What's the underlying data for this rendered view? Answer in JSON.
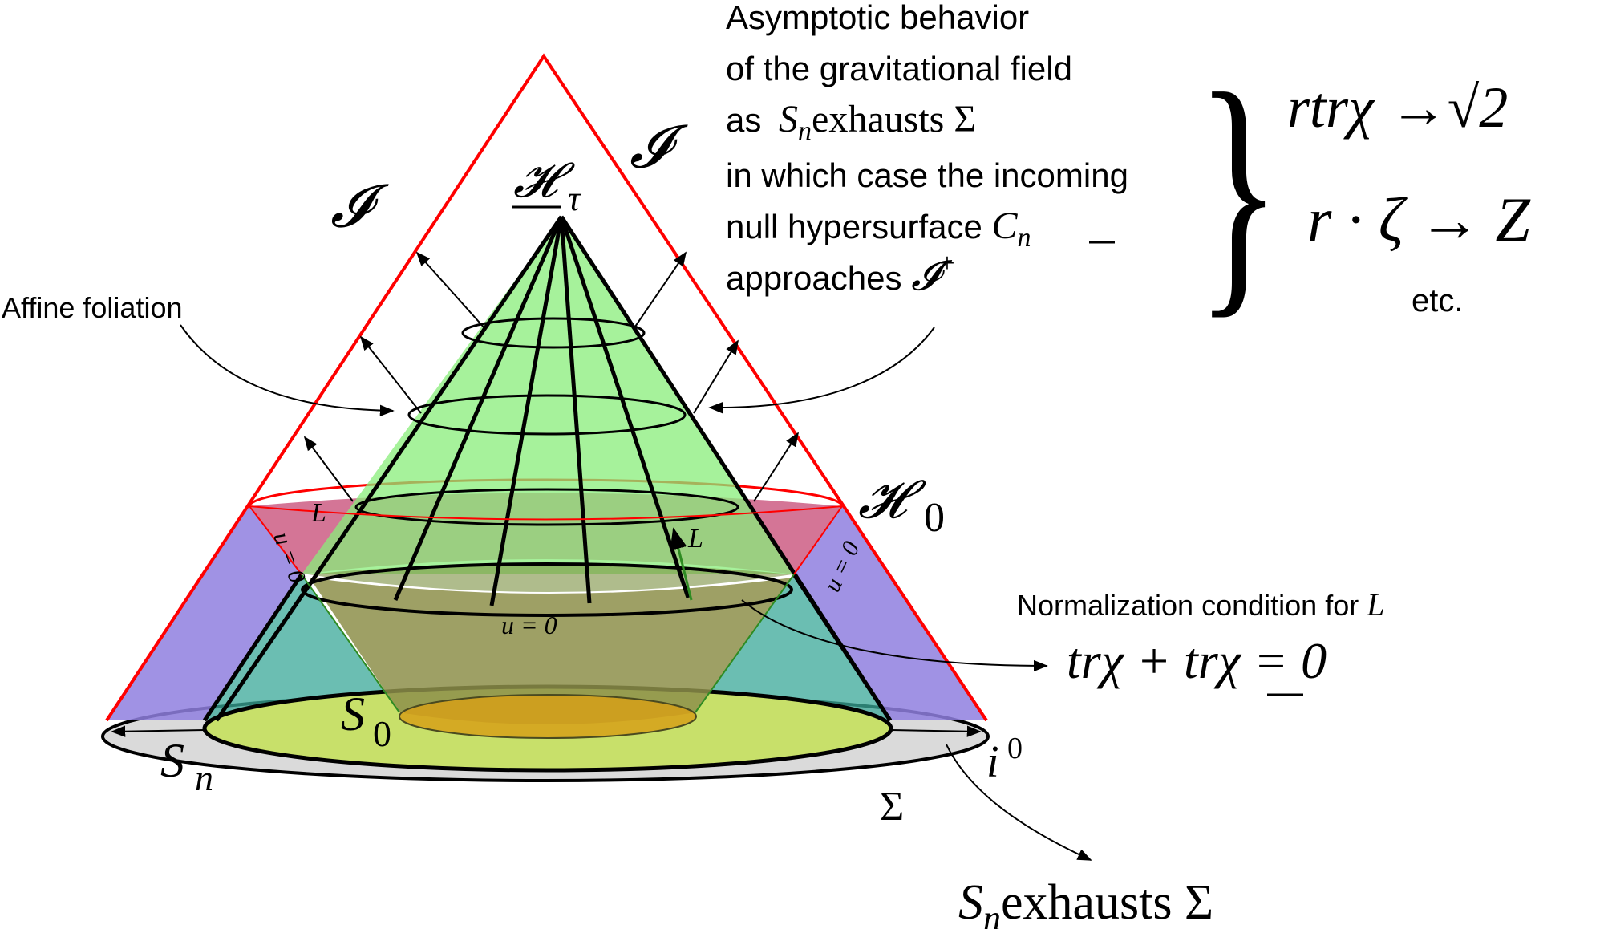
{
  "colors": {
    "scri": "#ff0000",
    "green_cone": "#88ee7a",
    "purple": "#8f7fdf",
    "crimson": "#c23a6a",
    "olive": "#8d8f4a",
    "teal": "#3aa898",
    "orange": "#d6a018",
    "yellow_disk": "#c8e06a",
    "grey_disk": "#dadada",
    "annotation_green": "#2e8b22"
  },
  "labels": {
    "scri_left": "𝓘",
    "scri_right": "𝓘",
    "h_tau_base": "𝓗",
    "h_tau_sub": "τ",
    "h0_base": "𝓗",
    "h0_sub": "0",
    "l_left": "L",
    "l_right": "L",
    "u0_left": "u = 0",
    "u0_right": "u = 0",
    "u0_center": "u = 0",
    "s0_base": "S",
    "s0_sub": "0",
    "sn_base": "S",
    "sn_sub": "n",
    "sigma": "Σ",
    "i0_base": "i",
    "i0_sup": "0",
    "affine_foliation": "Affine foliation"
  },
  "asymptotic": {
    "line1": "Asymptotic behavior",
    "line2": "of the gravitational field",
    "line3_prefix": "as ",
    "line3_math_base": "S",
    "line3_math_sub": "n",
    "line3_math_rest": "exhausts Σ",
    "line4": "in which case the incoming",
    "line5_prefix": "null hypersurface ",
    "line5_math_base": "C",
    "line5_math_sub": "n",
    "line6_prefix": "approaches ",
    "line6_math_base": "𝓘",
    "line6_math_sup": "+"
  },
  "limits": {
    "brace": "}",
    "formula1_lhs": "rtrχ",
    "formula1_arrow": "→",
    "formula1_rhs": "√2",
    "formula2_lhs": "r · ζ",
    "formula2_arrow": "→",
    "formula2_rhs": "Z",
    "etc": "etc."
  },
  "normalization": {
    "title_prefix": "Normalization condition for ",
    "title_math": "L",
    "equation_a": "trχ + tr",
    "equation_chi": "χ",
    "equation_b": " = 0"
  },
  "exhausts": {
    "base": "S",
    "sub": "n",
    "rest": "exhausts Σ"
  }
}
